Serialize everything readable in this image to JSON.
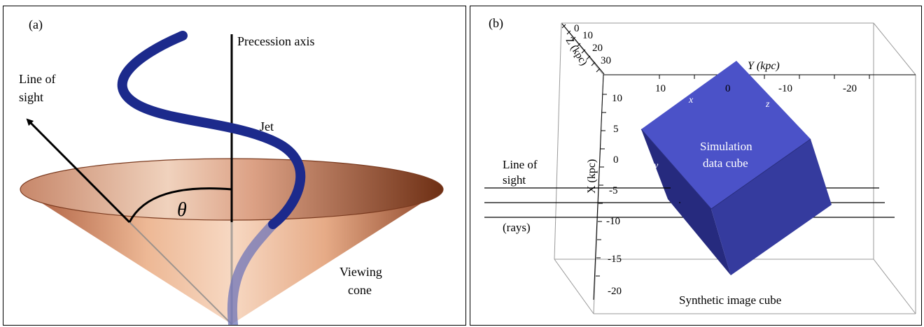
{
  "panel_a": {
    "label": "(a)",
    "precession_axis": "Precession axis",
    "line_of_sight_1": "Line of",
    "line_of_sight_2": "sight",
    "jet": "Jet",
    "theta": "θ",
    "viewing_cone_1": "Viewing",
    "viewing_cone_2": "cone"
  },
  "panel_b": {
    "label": "(b)",
    "z_axis_label": "Z (kpc)",
    "z_ticks": [
      "0",
      "10",
      "20",
      "30"
    ],
    "y_axis_label": "Y (kpc)",
    "y_ticks": [
      "10",
      "0",
      "-10",
      "-20"
    ],
    "x_axis_label": "X (kpc)",
    "x_ticks": [
      "10",
      "5",
      "0",
      "-5",
      "-10",
      "-15",
      "-20"
    ],
    "cube_axis_x": "x",
    "cube_axis_y": "y",
    "cube_axis_z": "z",
    "cube_label_1": "Simulation",
    "cube_label_2": "data cube",
    "los_1": "Line of",
    "los_2": "sight",
    "rays": "(rays)",
    "synthetic_label": "Synthetic image cube"
  },
  "colors": {
    "jet": "#1c2a8c",
    "cone_dark": "#7a3a1f",
    "cone_light": "#f3c9a8",
    "cube_top": "#4b52c8",
    "cube_left": "#262a7e",
    "cube_right": "#353b9e"
  }
}
